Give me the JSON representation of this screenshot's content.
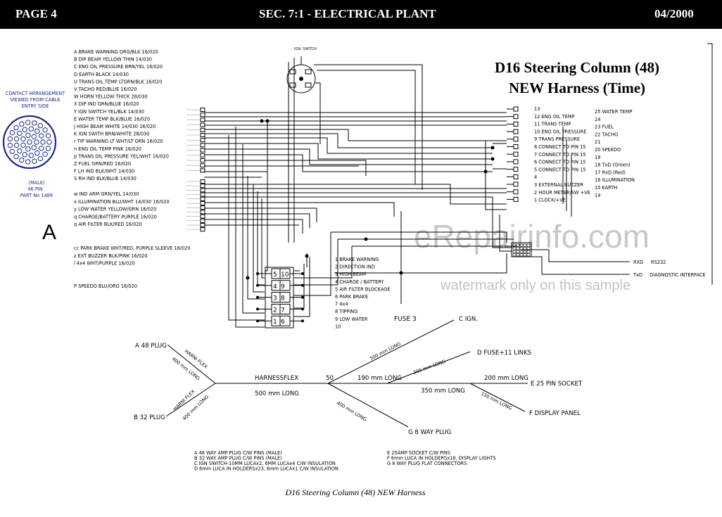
{
  "header": {
    "page": "PAGE 4",
    "section": "SEC. 7:1 - ELECTRICAL PLANT",
    "date": "04/2000"
  },
  "title": {
    "line1": "D16 Steering Column (48)",
    "line2": "NEW Harness (Time)"
  },
  "watermark": {
    "line1": "eRepairinfo.com",
    "line2": "watermark only on this sample"
  },
  "connector": {
    "caption": [
      "CONTACT ARRANGEMENT",
      "VIEWED FROM CABLE",
      "ENTRY SIDE"
    ],
    "sub": [
      "(MALE)",
      "46 PIN",
      "PART No 1486"
    ],
    "letter": "A"
  },
  "pin_list_a": [
    "A BRAKE WARNING ORG/BLK 16/020",
    "B DIP BEAM YELLOW THIN 14/030",
    "C ENG OIL PRESSURE BRN/YEL 16/020",
    "D EARTH BLACK 14/030",
    "U TRANS OIL TEMP LTGRN/BLK 16/020",
    "V TACHO RED/BLUE 16/020",
    "W HORN YELLOW THICK 28/030",
    "X DIP IND GRN/BLUE 16/020",
    "Y IGN SWITCH YEL/BLK 14/030",
    "E WATER TEMP BLK/BLUE 16/020",
    "J HIGH BEAM WHITE 14/030 16/020",
    "K IGN SWITH BRN/WHITE 28/030",
    "r TIP WARNING LT WHT/LT GRN 16/020",
    "n ENG OIL TEMP PINK 16/020",
    "p TRANS OIL PRESSURE YEL/WHT 16/020",
    "Z FUEL GRN/RED 16/020",
    "F LH IND BLK/WHT 14/030",
    "S RH IND BLK/BLUE 14/030"
  ],
  "pin_list_b": [
    "w IND ARM GRN/YEL 14/030",
    "x ILLUMINATION BLU/WHT 14/030 16/020",
    "y LOW WATER YELLOW/GRN 16/020",
    "q CHARGE/BATTERY PURPLE 16/020",
    "q AIR FILTER BLK/RED 16/020"
  ],
  "pin_list_c": [
    "cc PARK BRAKE WHT/RED, PURPLE SLEEVE 16/020",
    "z EXT BUZZER BLK/PINK 16/020",
    "l 4x4 WHT/PURPLE 16/020"
  ],
  "pin_list_d": [
    "P SPEEDO BLU/ORG 16/020"
  ],
  "ign_switch_label": "IGN. SWITCH",
  "right_mid": [
    "13",
    "12 ENG OIL TEMP",
    "11 TRANS TEMP",
    "10 ENG OIL PRESSURE",
    "9 TRANS PRESSURE",
    "8 CONNECT TO PIN 15",
    "7 CONNECT TO PIN 15",
    "6 CONNECT TO PIN 15",
    "5 CONNECT TO PIN 15",
    "4",
    "3 EXTERNAL BUZZER",
    "2 HOUR METER/SW +VE",
    "1 CLOCK/+VE"
  ],
  "right_far": [
    "25 WATER TEMP",
    "24",
    "23 FUEL",
    "22 TACHO",
    "21",
    "20 SPEEDO",
    "19",
    "18 TxD (Green)",
    "17 RxD (Red)",
    "16 ILLUMINATION",
    "15 EARTH",
    "14"
  ],
  "rs232": {
    "rxd": "RXD",
    "rs": "RS232",
    "txd": "TxD",
    "diag": "DIAGNOSTIC INTERFACE"
  },
  "plug_numbers": [
    [
      "5",
      "10"
    ],
    [
      "4",
      "9"
    ],
    [
      "3",
      "8"
    ],
    [
      "2",
      "7"
    ],
    [
      "1",
      "6"
    ]
  ],
  "plug_list": [
    "1 BRAKE WARNING",
    "2 DIRECTION IND",
    "3 HIGH BEAM",
    "4 CHARGE / BATTERY",
    "5 AIR FILTER BLOCKAGE",
    "6 PARK BRAKE",
    "7 4x4",
    "8 TIPPING",
    "9 LOW WATER",
    "10"
  ],
  "fuse_label": "FUSE 3",
  "harness": {
    "a_plug": "A 48 PLUG",
    "b_plug": "B 32 PLUG",
    "harni_flex_upper": "HARNI FLEX",
    "harni_flex_lower": "HARNI FLEX",
    "len_400_upper": "400 mm LONG",
    "len_400_lower": "400 mm LONG",
    "harnessflex": "HARNESSFLEX",
    "len_500_trunk": "500 mm LONG",
    "n50": "50",
    "len_190": "190 mm LONG",
    "len_500_c": "500 mm LONG",
    "len_200_d": "200 mm LONG",
    "len_350": "350 mm LONG",
    "len_200_e": "200 mm LONG",
    "len_150": "150 mm LONG",
    "len_400_g": "400 mm LONG",
    "c_ign": "C IGN.",
    "d_fuse": "D FUSE+11 LINKS",
    "e_socket": "E 25 PIN SOCKET",
    "f_display": "F DISPLAY PANEL",
    "g_plug": "G 8 WAY PLUG"
  },
  "legend_left": [
    "A 48 WAY AMP PLUG C/W PINS (MALE)",
    "B 32 WAY AMP PLUG C/W PINS (MALE)",
    "C IGN SWITCH-10MM LUCAx2, 6MM LUCAx4 C/W INSULATION",
    "D 6mm LUCA IN HOLDERSx23, 6mm LUCAx1 C/W INSULATION"
  ],
  "legend_right": [
    "E 25AMP SOCKET C/W PINS",
    "F 6mm LUCA IN HOLDERSx18, DISPLAY LIGHTS",
    "G 8 WAY PLUG FLAT CONNECTORS"
  ],
  "caption": "D16 Steering Column (48) NEW Harness"
}
